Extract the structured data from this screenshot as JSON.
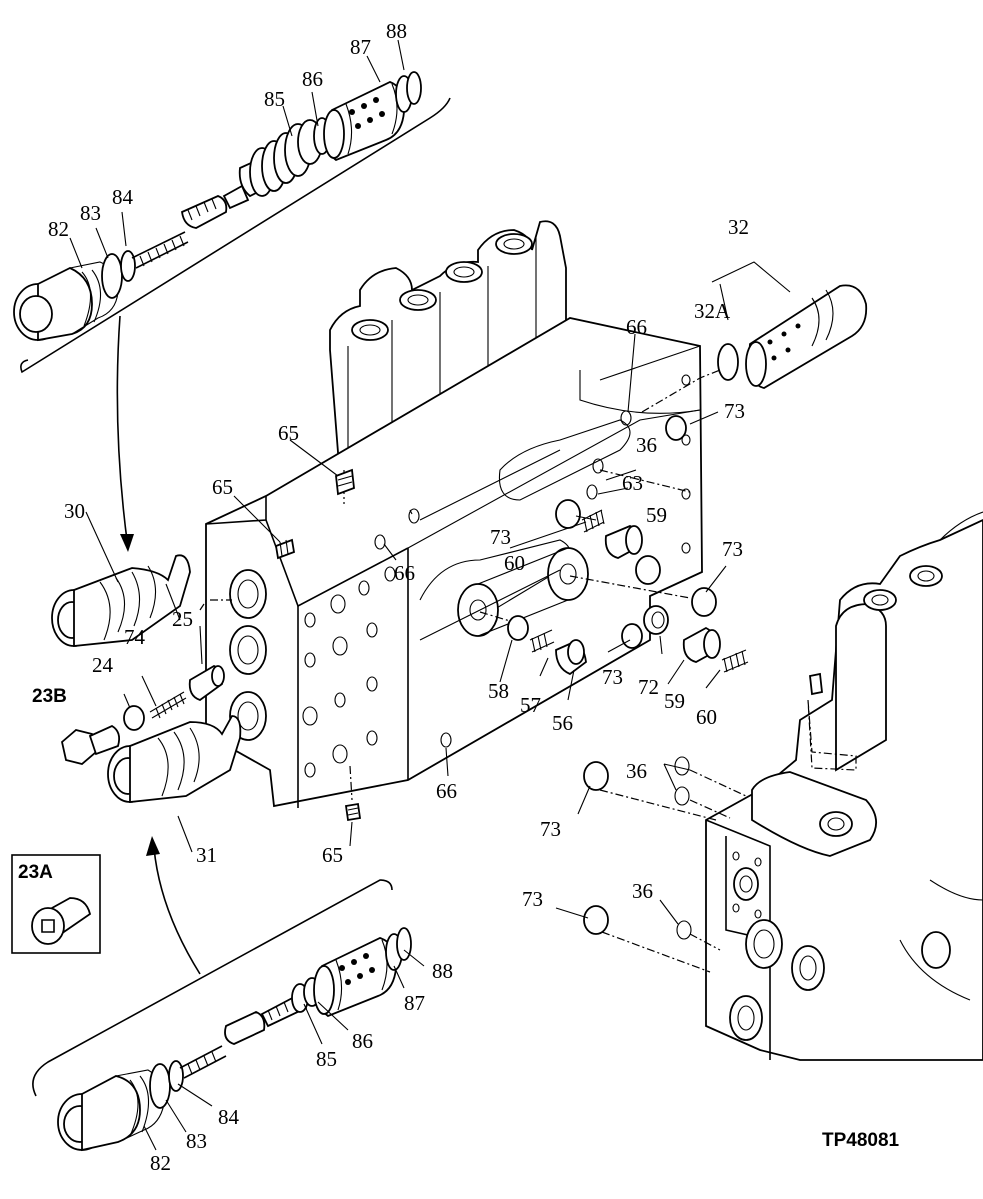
{
  "figure_id": "TP48081",
  "callouts": {
    "c88_top": "88",
    "c87_top": "87",
    "c86_top": "86",
    "c85_top": "85",
    "c84_top": "84",
    "c83_top": "83",
    "c82_top": "82",
    "c32": "32",
    "c32a": "32A",
    "c66_a": "66",
    "c73_a": "73",
    "c36_a": "36",
    "c63": "63",
    "c65_a": "65",
    "c65_b": "65",
    "c65_c": "65",
    "c30": "30",
    "c25": "25",
    "c74": "74",
    "c24": "24",
    "c23b": "23B",
    "c73_b": "73",
    "c59_a": "59",
    "c66_b": "66",
    "c60_a": "60",
    "c73_c": "73",
    "c58": "58",
    "c57": "57",
    "c56": "56",
    "c73_d": "73",
    "c72": "72",
    "c59_b": "59",
    "c60_b": "60",
    "c66_c": "66",
    "c31": "31",
    "c36_b": "36",
    "c73_e": "73",
    "c36_c": "36",
    "c73_f": "73",
    "c23a": "23A",
    "c82_bot": "82",
    "c83_bot": "83",
    "c84_bot": "84",
    "c85_bot": "85",
    "c86_bot": "86",
    "c87_bot": "87",
    "c88_bot": "88"
  }
}
